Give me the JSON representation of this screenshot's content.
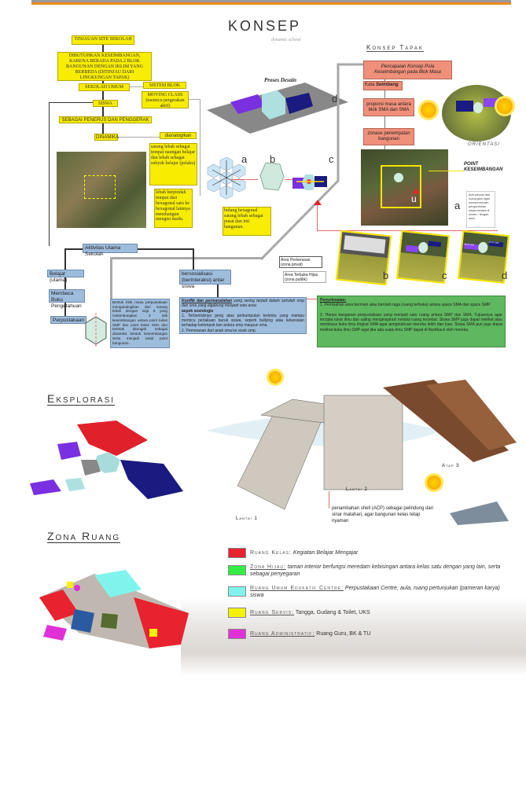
{
  "header": {
    "title": "KONSEP",
    "subtitle": "dynamic school"
  },
  "colors": {
    "accent_orange": "#f08a1c",
    "flow_yellow": "#f8ec00",
    "flow_blue": "#9ebcdc",
    "tapak_salmon": "#f0907a",
    "solution_green": "#5fb85f"
  },
  "flow": {
    "tinjauan": "TINJAUAN SITE SEKOLAH",
    "dibutuhkan": "DIBUTUHKAN KESEIMBANGAN, KARENA BERADA PADA 2 BLOK BANGUNAN DENGAN IKLIM YANG BERBEDA (DITINJAU DARI LINGKUNGAN TAPAK)",
    "sekolah_umum": "SEKOLAH UMUM",
    "sistem_blok": "SISTEM BLOK",
    "moving_class": "MOVING CLASS (memicu pergerakan aktif)",
    "siswa": "SISWA",
    "penerus": "SEBAGAI PENERUS DAN PENGGERAK",
    "dinamika": "DINAMIKA",
    "dianalogikan": "dianalogikan",
    "sarang": "sarang lebah sebagai tempat naungan belajar dan lebah sebagai subyek belajar (pelaku)",
    "lebah": "lebah berpindah tempat dari hexagonal satu ke hexagonal lainnya membangun mengisi madu.",
    "bidang": "bidang hexagonal sarang lebah sebagai pusat dan inti bangunan.",
    "proses_desain": "Proses Desain",
    "labels": {
      "a": "a",
      "b": "b",
      "c": "c",
      "d": "d"
    }
  },
  "aktivitas": {
    "utama": "Aktivitas Utama Sekolah",
    "belajar": "Belajar (utama)",
    "membaca": "Membaca Buku Pengetahuan",
    "perpustakaan": "Perpustakaan",
    "bentuk": "Bentuk blok masa perpustakaan menganalogikan dari sarang lebah dengan segi 6 yang melambangkan 3 titik keseimbangan antara point kelas SMP dan point kelas SMA dan terletak ditengah sebagai dinamika bentuk keseimbangan serta menjadi vokal point bangunan.",
    "bersosialisasi": "bersosialisasi (berinteraksi) antar siswa",
    "konflik_title": "Konflik dan permasalahan",
    "konflik_intro": " yang sering terjadi dalam sekolah smp dan sma yang digabung menjadi satu area:",
    "aspek": "aspek sosiologis",
    "konflik_1": "1. Terbentuknya geng atau perkumpulan tertentu yang mampu memicu perlakuan buruk siswa, seperti bullying atau kekerasan terhadap kelompok lain antara smp maupun sma.",
    "konflik_2": "2. Pemerasan dari anak sma ke anak smp.",
    "penyelesaian_title": "Penyelesaian:",
    "penyelesaian_1": "1. Pemisahan area bermain atau berolah raga (ruang terbuka) antara space SMA dan space SMP.",
    "penyelesaian_2": "2. Hanya bangunan perpustakaan yang menjadi satu ruang antara SMP dan SMA. Tujuannya agar tercipta tukar ilmu dan saling menginspirasi melalui ruang tersebut. Siswa SMP juga dapat melihat atau membaca buku ilmu tingkat SMA agar pengetahuan mereka lebih dan luas. Siswa SMA pun juga dapat melihat buku ilmu SMP agar jika ada suatu ilmu SMP dapat di flashback oleh mereka."
  },
  "tapak": {
    "title": "Konsep Tapak",
    "pencapaian": "Pencapaian Konsep Pola Keseimbangan pada Blok Masa",
    "kata": "Kata ",
    "seimbang": "Seimbang",
    "proporsi": "proporsi masa antara blok SMA dan SMA",
    "zonase": "zonase penempatan bangunan",
    "orientasi": "ORIENTASI",
    "point": "POINT",
    "keseimbangan": "KESEIMBANGAN",
    "u": "u",
    "note": "blok perpus dan ruang guru agar mempermudah pengontrolan siswa berada di center / tengah area.",
    "perkerasan": "Area Perkerasan (zona privat)",
    "terbuka": "Area Terbuka Hijau (zona publik)",
    "labels": {
      "a": "a",
      "b": "b",
      "c": "c",
      "d": "d"
    },
    "blok_sma": "BLOK SMA",
    "blok_smp": "BLOK SMP"
  },
  "eksplorasi": {
    "title": "Eksplorasi",
    "lantai1": "Lantai 1",
    "lantai2": "Lantai 2",
    "atap3": "Atap 3",
    "shell": "penambahan shell (ACP) sebagai pelindung dari sinar matahari, agar bangunan kelas tetap nyaman"
  },
  "zona": {
    "title": "Zona Ruang",
    "legend": [
      {
        "color": "#e8222e",
        "label": "Ruang Kelas:",
        "desc": "Kegiatan Belajar Mengajar"
      },
      {
        "color": "#33ee44",
        "label": "Zona Hijau:",
        "desc": "taman interior berfungsi meredam kebisingan antara kelas satu dengan yang lain, serta sebagai penyegaran"
      },
      {
        "color": "#80f4ec",
        "label": "Ruang Umum Edukatif Centre:",
        "desc": "Perpustakaan Centre, aula, ruang pertunjukan (pameran karya) siswa"
      },
      {
        "color": "#f4f400",
        "label": "Ruang Servis:",
        "desc": "Tangga, Gudang & Toilet, UKS"
      },
      {
        "color": "#e030d8",
        "label": "Ruang Administratif:",
        "desc": "Ruang Guru, BK & TU"
      }
    ]
  }
}
